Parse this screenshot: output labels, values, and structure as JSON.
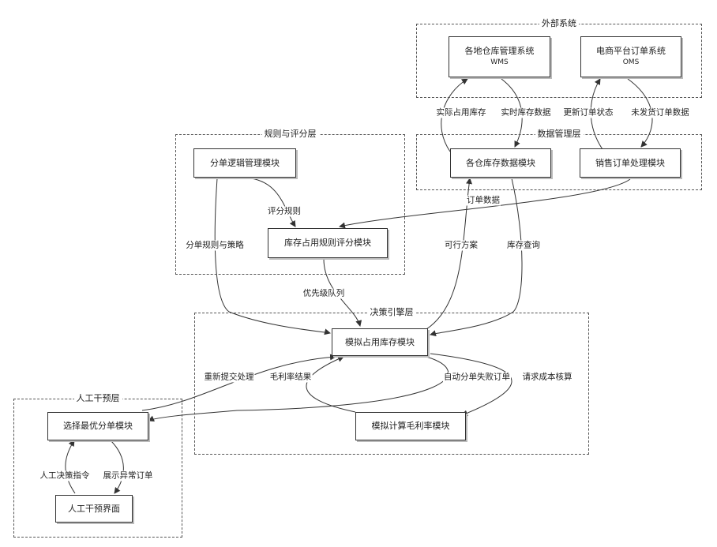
{
  "layers": {
    "external": "外部系统",
    "rules": "规则与评分层",
    "data": "数据管理层",
    "decision": "决策引擎层",
    "manual": "人工干预层"
  },
  "nodes": {
    "wms": {
      "title": "各地仓库管理系统",
      "sub": "WMS"
    },
    "oms": {
      "title": "电商平台订单系统",
      "sub": "OMS"
    },
    "rule_mgmt": "分单逻辑管理模块",
    "inventory": "各仓库存数据模块",
    "sales_order": "销售订单处理模块",
    "scoring": "库存占用规则评分模块",
    "simulate": "模拟占用库存模块",
    "margin": "模拟计算毛利率模块",
    "select": "选择最优分单模块",
    "ui": "人工干预界面"
  },
  "edges": {
    "actual_stock": "实际占用库存",
    "realtime_stock": "实时库存数据",
    "update_status": "更新订单状态",
    "unshipped": "未发货订单数据",
    "order_data": "订单数据",
    "scoring_rules": "评分规则",
    "rules_strategy": "分单规则与策略",
    "feasible": "可行方案",
    "stock_query": "库存查询",
    "priority_queue": "优先级队列",
    "resubmit": "重新提交处理",
    "margin_result": "毛利率结果",
    "auto_fail": "自动分单失败订单",
    "request_cost": "请求成本核算",
    "manual_cmd": "人工决策指令",
    "show_exception": "展示异常订单"
  }
}
